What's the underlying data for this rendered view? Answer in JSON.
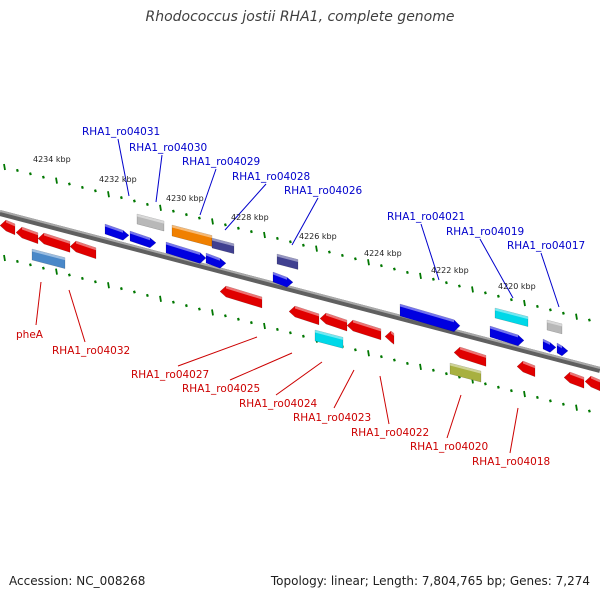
{
  "title": "Rhodococcus jostii RHA1, complete genome",
  "accession": "Accession: NC_008268",
  "summary": "Topology: linear; Length: 7,804,765 bp; Genes: 7,274",
  "colors": {
    "forward_label": "#0000cc",
    "reverse_label": "#cc0000",
    "backbone": "#808080",
    "tick": "#007700"
  },
  "kbp_ticks": [
    "4234 kbp",
    "4232 kbp",
    "4230 kbp",
    "4228 kbp",
    "4226 kbp",
    "4224 kbp",
    "4222 kbp",
    "4220 kbp"
  ],
  "forward_gene_labels": [
    "RHA1_ro04031",
    "RHA1_ro04030",
    "RHA1_ro04029",
    "RHA1_ro04028",
    "RHA1_ro04026",
    "RHA1_ro04021",
    "RHA1_ro04019",
    "RHA1_ro04017"
  ],
  "reverse_gene_labels": [
    "pheA",
    "RHA1_ro04032",
    "RHA1_ro04027",
    "RHA1_ro04025",
    "RHA1_ro04024",
    "RHA1_ro04023",
    "RHA1_ro04022",
    "RHA1_ro04020",
    "RHA1_ro04018"
  ]
}
